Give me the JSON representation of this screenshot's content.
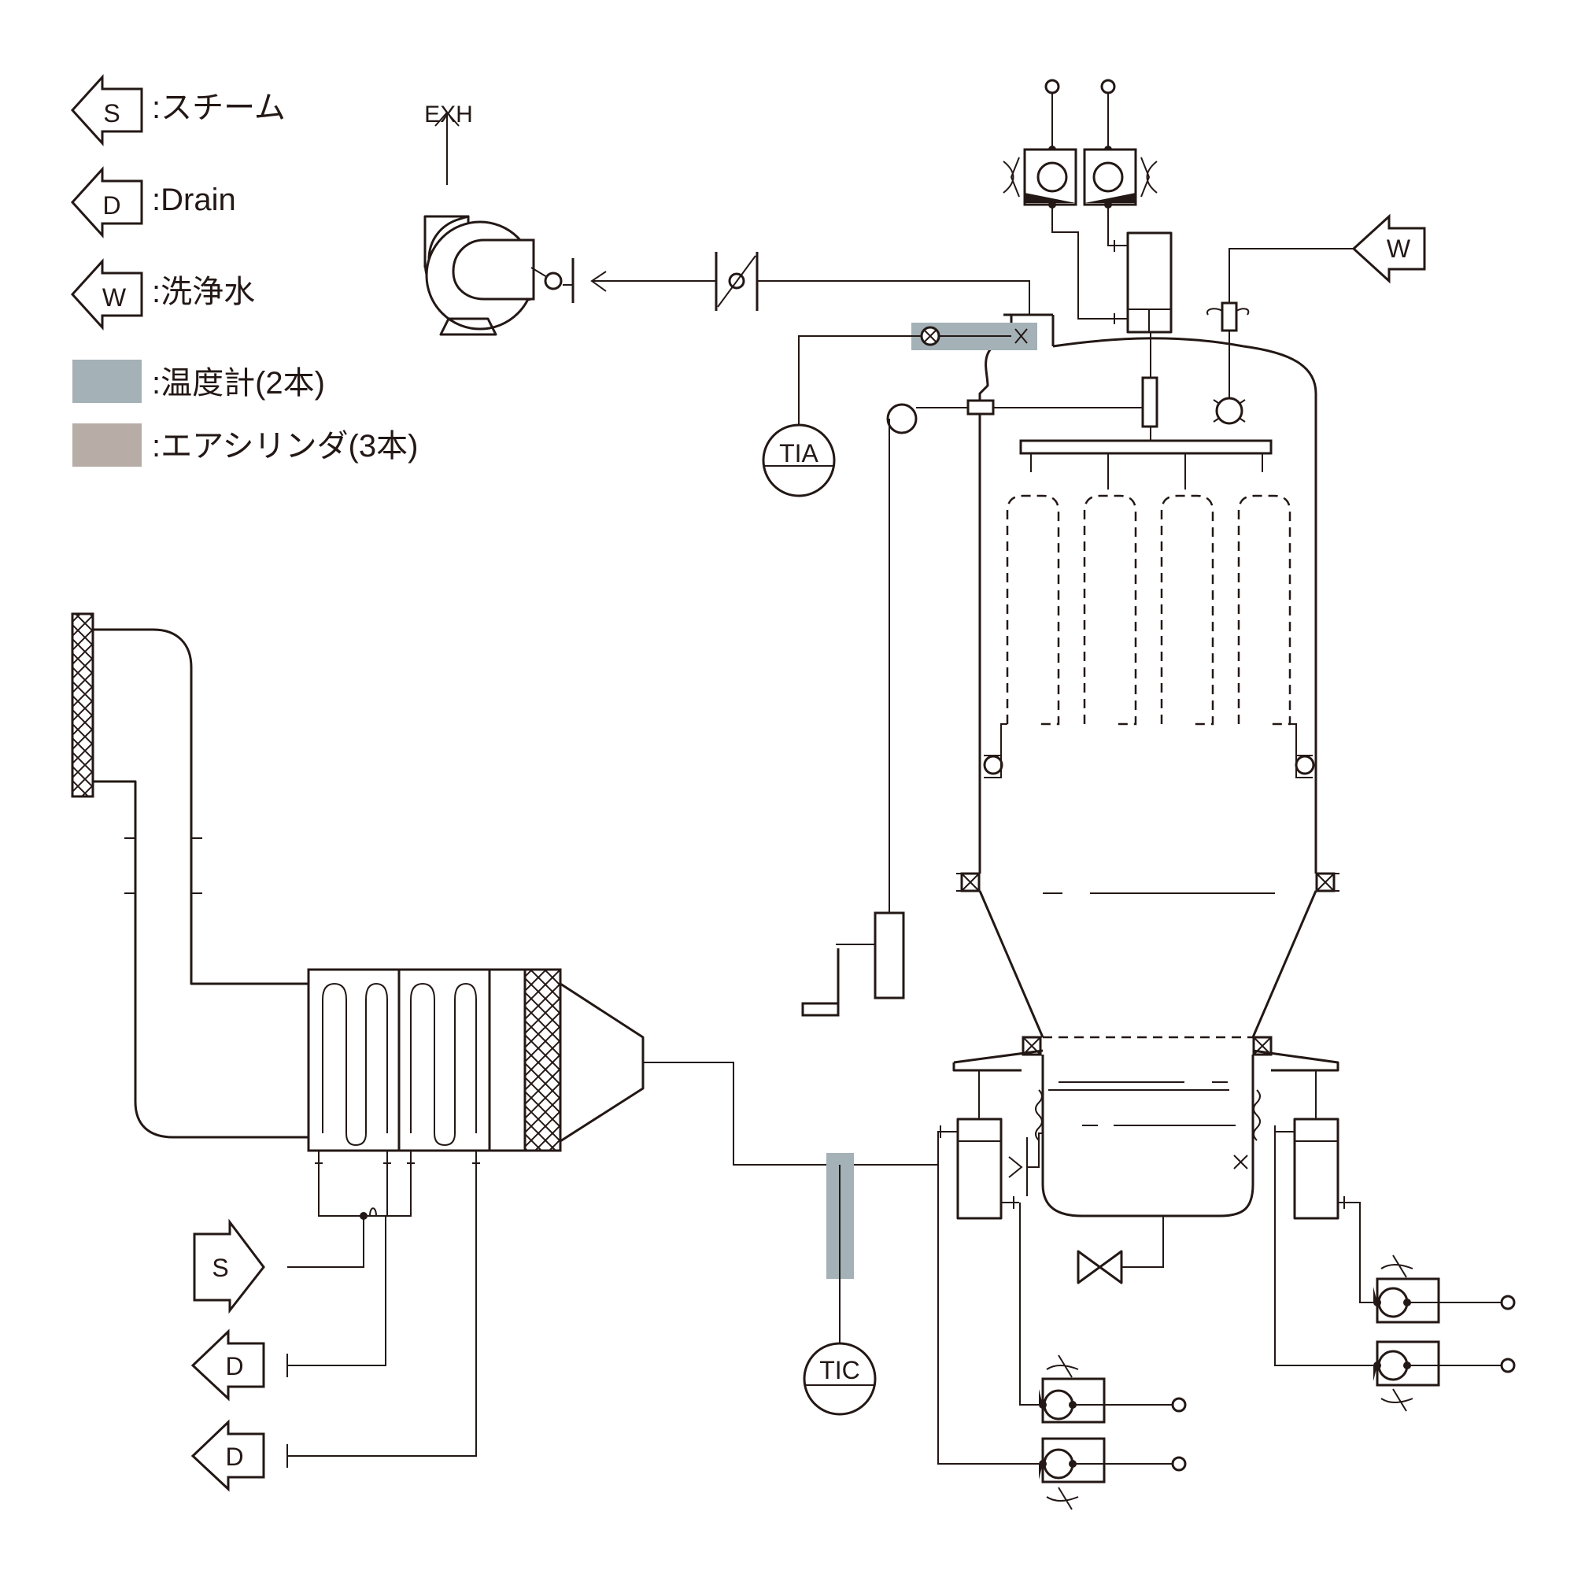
{
  "colors": {
    "line": "#231815",
    "thermometer": "#a4b1b7",
    "air_cylinder": "#b8aca7"
  },
  "legend": {
    "steam": {
      "symbol": "S",
      "text": ":スチーム"
    },
    "drain": {
      "symbol": "D",
      "text": ":Drain"
    },
    "wash_water": {
      "symbol": "W",
      "text": ":洗浄水"
    },
    "thermometer": {
      "text": ":温度計(2本)"
    },
    "air_cylinder": {
      "text": ":エアシリンダ(3本)"
    }
  },
  "labels": {
    "exhaust": "EXH",
    "wash_inlet": "W",
    "tia": "TIA",
    "tic": "TIC",
    "steam_inlet": "S",
    "drain_1": "D",
    "drain_2": "D"
  }
}
